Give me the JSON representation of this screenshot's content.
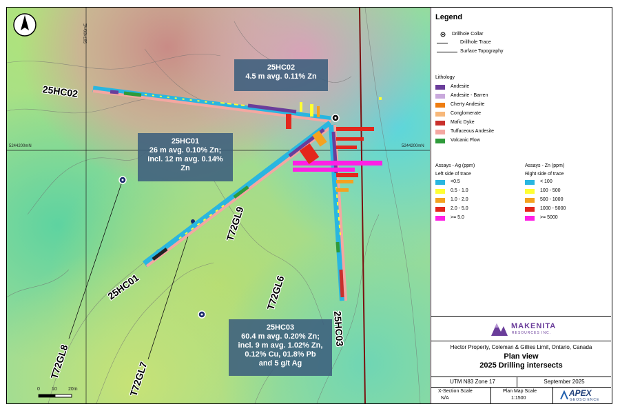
{
  "north_arrow": "north-arrow-icon",
  "grid": {
    "easting_label": "597400mE",
    "northing_left": "5244200mN",
    "northing_right": "5244200mN"
  },
  "callouts": {
    "c02": {
      "title": "25HC02",
      "line1": "4.5 m avg. 0.11% Zn"
    },
    "c01": {
      "title": "25HC01",
      "line1": "26 m avg. 0.10% Zn;",
      "line2": "incl. 12 m avg. 0.14%",
      "line3": "Zn"
    },
    "c03": {
      "title": "25HC03",
      "line1": "60.4 m avg. 0.20% Zn;",
      "line2": "incl. 9 m avg. 1.02% Zn,",
      "line3": "0.12% Cu, 01.8% Pb",
      "line4": "and 5 g/t Ag"
    }
  },
  "hole_labels": {
    "h25hc02": "25HC02",
    "h25hc01": "25HC01",
    "h25hc03": "25HC03",
    "t72gl9": "T72GL9",
    "t72gl6": "T72GL6",
    "t72gl8": "T72GL8",
    "t72gl7": "T72GL7"
  },
  "scale_bar": {
    "t0": "0",
    "t1": "10",
    "t2": "20m"
  },
  "legend": {
    "title": "Legend",
    "collar": "Drillhole Collar",
    "trace": "Drillhole Trace",
    "topo": "Surface Topography",
    "lithology_title": "Lithology",
    "lithology": [
      {
        "label": "Andesite",
        "color": "#6a3d9a"
      },
      {
        "label": "Andesite - Barren",
        "color": "#c9a9dc"
      },
      {
        "label": "Cherty Andesite",
        "color": "#ee7d11"
      },
      {
        "label": "Conglomerate",
        "color": "#f7b87a"
      },
      {
        "label": "Mafic Dyke",
        "color": "#c9302c"
      },
      {
        "label": "Tuffaceous Andesite",
        "color": "#f4a7a1"
      },
      {
        "label": "Volcanic Flow",
        "color": "#2e9a3a"
      }
    ],
    "ag_title": "Assays - Ag (ppm)",
    "ag_sub": "Left side of trace",
    "ag": [
      {
        "label": "<0.5",
        "color": "#29b6e0"
      },
      {
        "label": "0.5 - 1.0",
        "color": "#ffff33"
      },
      {
        "label": "1.0 - 2.0",
        "color": "#f4a21f"
      },
      {
        "label": "2.0 - 5.0",
        "color": "#e3261c"
      },
      {
        "label": ">= 5.0",
        "color": "#ff1fe5"
      }
    ],
    "zn_title": "Assays - Zn (ppm)",
    "zn_sub": "Right side of trace",
    "zn": [
      {
        "label": "< 100",
        "color": "#29b6e0"
      },
      {
        "label": "100 - 500",
        "color": "#ffff33"
      },
      {
        "label": "500 - 1000",
        "color": "#f4a21f"
      },
      {
        "label": "1000 - 5000",
        "color": "#e3261c"
      },
      {
        "label": ">= 5000",
        "color": "#ff1fe5"
      }
    ]
  },
  "title_block": {
    "company": "MAKENITA",
    "company_sub": "RESOURCES INC.",
    "project": "Hector Property, Coleman & Gillies Limit, Ontario, Canada",
    "view": "Plan view",
    "subtitle": "2025 Drilling intersects",
    "utm": "UTM N83 Zone 17",
    "date": "September 2025",
    "xsec_label": "X-Section Scale",
    "xsec_value": "N/A",
    "plan_label": "Plan Map Scale",
    "plan_value": "1:1500",
    "apex": "APEX",
    "apex_sub": "GEOSCIENCE"
  }
}
